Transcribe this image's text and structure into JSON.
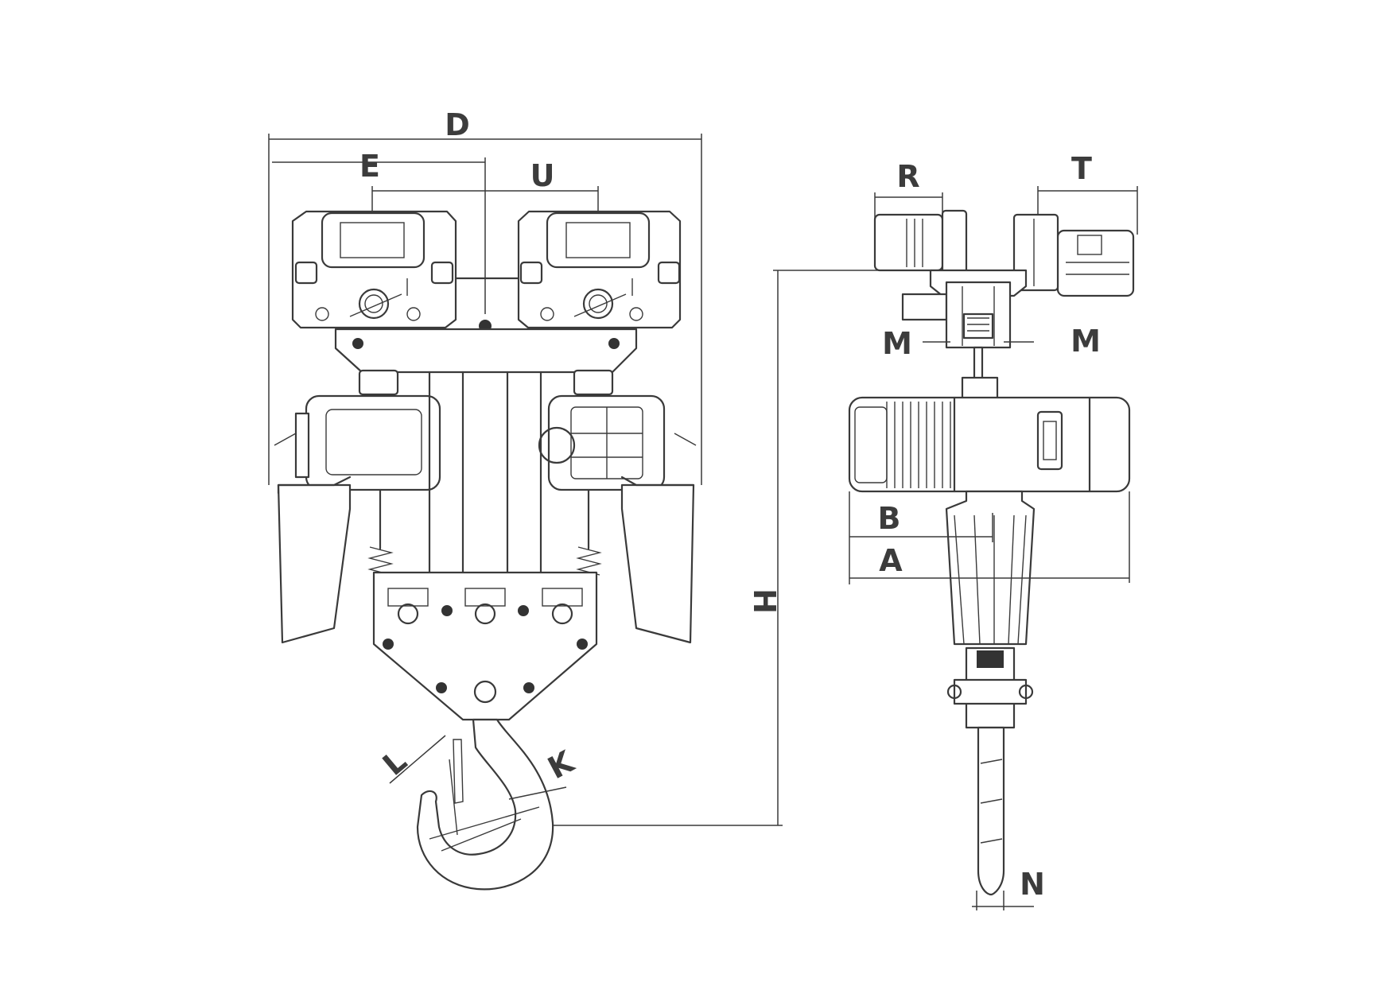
{
  "labels": {
    "D": "D",
    "E": "E",
    "U": "U",
    "L": "L",
    "K": "K",
    "H": "H",
    "R": "R",
    "T": "T",
    "M_left": "M",
    "M_right": "M",
    "B": "B",
    "A": "A",
    "N": "N"
  },
  "colors": {
    "line": "#3a3a3a",
    "label": "#3c3c3c",
    "background": "#ffffff"
  }
}
